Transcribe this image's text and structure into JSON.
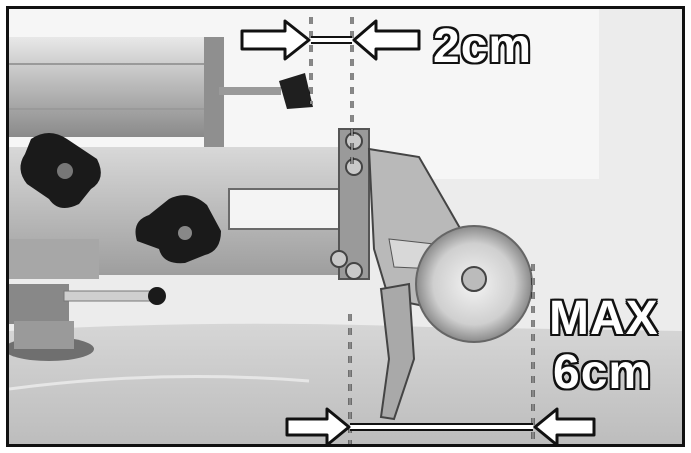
{
  "annotations": {
    "top_measurement": "2cm",
    "bottom_measurement_line1": "MAX",
    "bottom_measurement_line2": "6cm"
  },
  "colors": {
    "frame": "#111111",
    "background": "#f2f2f2",
    "metal_dark": "#555555",
    "metal_light": "#cfcfcf",
    "knob": "#1a1a1a"
  }
}
